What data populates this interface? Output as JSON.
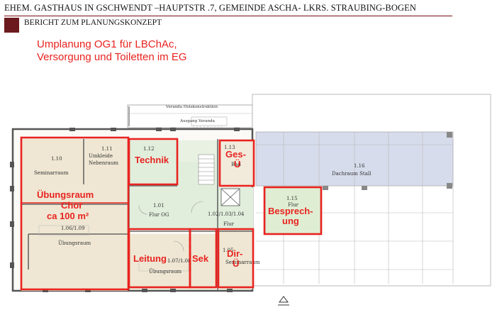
{
  "header": {
    "title": "EHEM. GASTHAUS IN GSCHWENDT –HAUPTSTR .7, GEMEINDE ASCHA- LKRS. STRAUBING-BOGEN",
    "subtitle": "BERICHT ZUM PLANUNGSKONZEPT",
    "accent_color": "#6b1b1d"
  },
  "note": {
    "line1": "Umplanung OG1 für LBChAc,",
    "line2": "Versorgung und  Toiletten im EG",
    "color": "#e8231f"
  },
  "plan": {
    "veranda_label": "Veranda Holzkonstruktion",
    "ausgang_label": "Ausgang Veranda",
    "rooms": [
      {
        "id": "r110",
        "number": "1.10",
        "name": "Seminarraum"
      },
      {
        "id": "r111",
        "number": "1.11",
        "name": "Umkleide",
        "name2": "Nebenraum"
      },
      {
        "id": "r112",
        "number": "1.12",
        "name": ""
      },
      {
        "id": "r113",
        "number": "1.13",
        "name": "Bad"
      },
      {
        "id": "r116",
        "number": "1.16",
        "name": "Dachraum Stall"
      },
      {
        "id": "r115",
        "number": "1.15",
        "name": "Flur"
      },
      {
        "id": "r101",
        "number": "1.01",
        "name": "Flur OG"
      },
      {
        "id": "r102",
        "number": "1.02/1.03/1.04",
        "name": "Flur"
      },
      {
        "id": "r106",
        "number": "1.06/1.09",
        "name": "Übungsraum"
      },
      {
        "id": "r107",
        "number": "1.07/1.08",
        "name": "Übungsraum"
      },
      {
        "id": "r105",
        "number": "1.05",
        "name": "Seminarraum"
      }
    ],
    "annotations": [
      {
        "id": "uebungsraum",
        "line1": "Übungsraum",
        "line2": "Chor",
        "line3": "ca 100 m²"
      },
      {
        "id": "technik",
        "line1": "Technik"
      },
      {
        "id": "ges",
        "line1": "Ges-",
        "line2": "Ü"
      },
      {
        "id": "besprechung",
        "line1": "Besprech-",
        "line2": "ung"
      },
      {
        "id": "leitung",
        "line1": "Leitung"
      },
      {
        "id": "sek",
        "line1": "Sek"
      },
      {
        "id": "dir",
        "line1": "Dir-",
        "line2": "Ü"
      }
    ]
  }
}
